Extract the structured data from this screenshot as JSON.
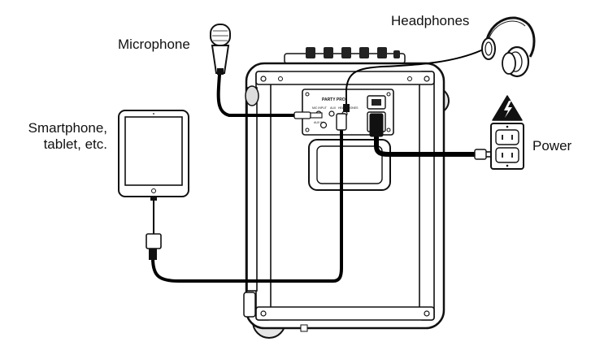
{
  "labels": {
    "microphone": "Microphone",
    "headphones": "Headphones",
    "smartphone_line1": "Smartphone,",
    "smartphone_line2": "tablet, etc.",
    "power": "Power"
  },
  "panel": {
    "brand": "PARTY PRO",
    "jack_left": "MIC INPUT",
    "jack_mid": "AUX",
    "jack_right": "HEADPHONES",
    "aux_label": "AUX IN",
    "usb_label": "USB"
  },
  "colors": {
    "stroke": "#111111",
    "cable": "#000000",
    "fill_gray": "#d9d9d9",
    "background": "#ffffff"
  }
}
